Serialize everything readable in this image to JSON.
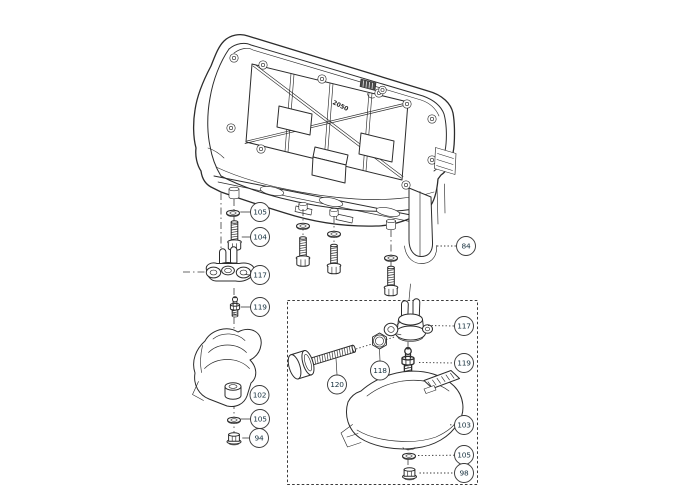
{
  "diagram": {
    "type": "exploded-parts-diagram",
    "housing_stamp": "2050",
    "callouts": [
      {
        "id": "washer-upper",
        "ref": "105",
        "symbol": "flat-washer"
      },
      {
        "id": "bolt-upper",
        "ref": "104",
        "symbol": "hex-flange-bolt"
      },
      {
        "id": "caster-bracket-main",
        "ref": "117",
        "symbol": "caster-pivot-bracket"
      },
      {
        "id": "grease-fitting-main",
        "ref": "119",
        "symbol": "grease-fitting"
      },
      {
        "id": "cover-left",
        "ref": "102",
        "symbol": "curved-cover"
      },
      {
        "id": "washer-lower",
        "ref": "105",
        "symbol": "flat-washer"
      },
      {
        "id": "locknut-left",
        "ref": "94",
        "symbol": "flange-lock-nut"
      },
      {
        "id": "hood-shell",
        "ref": "84",
        "symbol": "hood-shell"
      },
      {
        "id": "caster-bracket-inset",
        "ref": "117",
        "symbol": "caster-pivot-bracket"
      },
      {
        "id": "grease-fitting-inset",
        "ref": "119",
        "symbol": "grease-fitting"
      },
      {
        "id": "cover-inset",
        "ref": "103",
        "symbol": "curved-cover"
      },
      {
        "id": "washer-inset",
        "ref": "105",
        "symbol": "flat-washer"
      },
      {
        "id": "locknut-inset",
        "ref": "98",
        "symbol": "flange-lock-nut"
      },
      {
        "id": "hex-nut-inset",
        "ref": "118",
        "symbol": "hex-nut"
      },
      {
        "id": "cap-screw-inset",
        "ref": "120",
        "symbol": "cap-screw"
      }
    ]
  }
}
